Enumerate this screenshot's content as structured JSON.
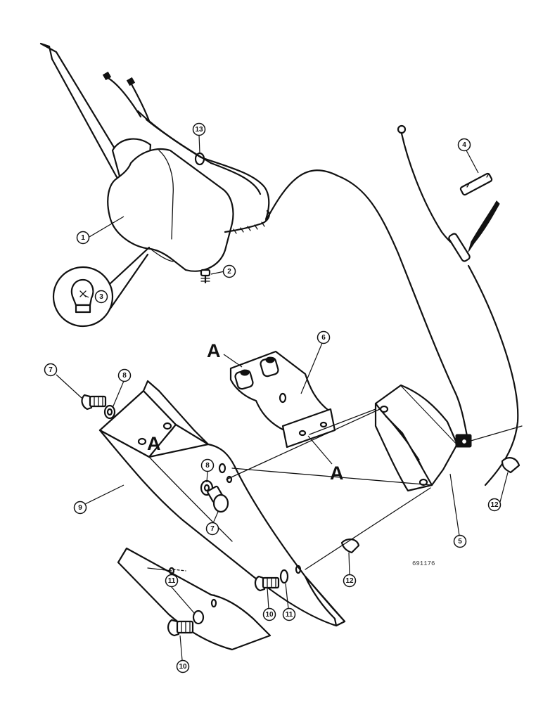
{
  "figure_number": "691176",
  "view_letters": [
    "A",
    "A",
    "A"
  ],
  "callouts": [
    {
      "id": "callout-1",
      "label": "1"
    },
    {
      "id": "callout-2",
      "label": "2"
    },
    {
      "id": "callout-3",
      "label": "3"
    },
    {
      "id": "callout-4",
      "label": "4"
    },
    {
      "id": "callout-5",
      "label": "5"
    },
    {
      "id": "callout-6",
      "label": "6"
    },
    {
      "id": "callout-7a",
      "label": "7"
    },
    {
      "id": "callout-7b",
      "label": "7"
    },
    {
      "id": "callout-8a",
      "label": "8"
    },
    {
      "id": "callout-8b",
      "label": "8"
    },
    {
      "id": "callout-9",
      "label": "9"
    },
    {
      "id": "callout-10a",
      "label": "10"
    },
    {
      "id": "callout-10b",
      "label": "10"
    },
    {
      "id": "callout-11a",
      "label": "11"
    },
    {
      "id": "callout-11b",
      "label": "11"
    },
    {
      "id": "callout-12a",
      "label": "12"
    },
    {
      "id": "callout-12b",
      "label": "12"
    },
    {
      "id": "callout-13",
      "label": "13"
    }
  ]
}
